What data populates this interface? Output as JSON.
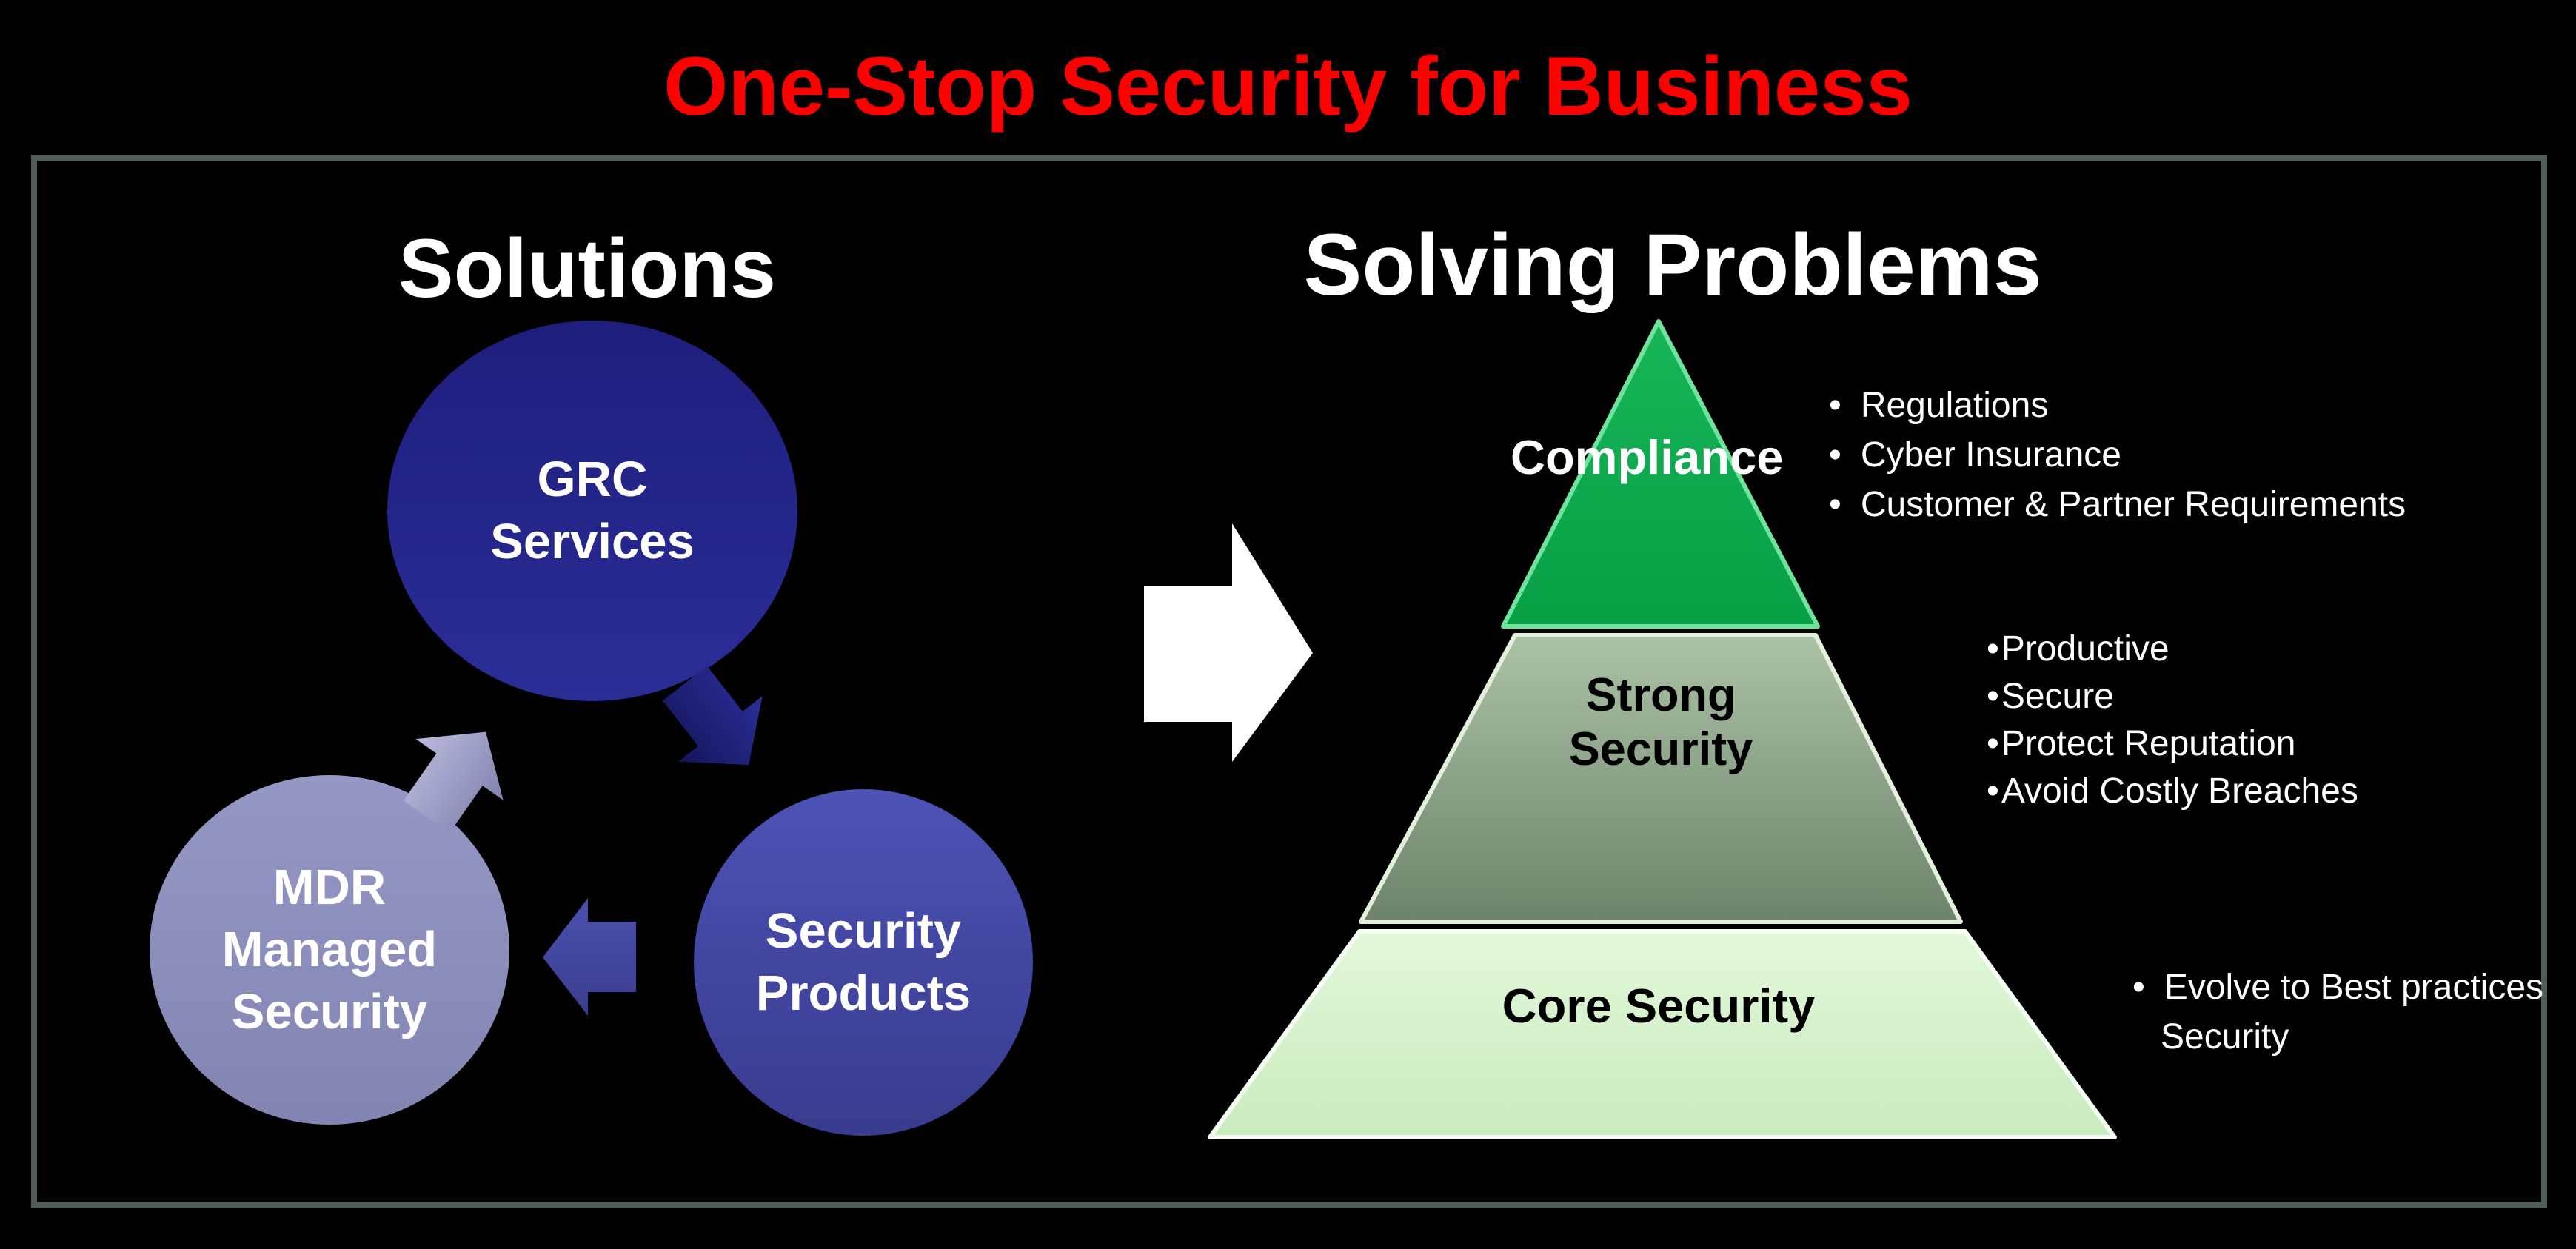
{
  "title": {
    "text": "One-Stop Security for Business",
    "color": "#FF0000"
  },
  "panel": {
    "border_color": "#4E5C5A",
    "background": "#000000"
  },
  "solutions": {
    "heading": "Solutions",
    "circles": [
      {
        "name": "grc-services",
        "lines": [
          "GRC",
          "Services"
        ],
        "fill_top": "#1E1E7E",
        "fill_bottom": "#2B2D97",
        "text_color": "#FFFFFF"
      },
      {
        "name": "security-products",
        "lines": [
          "Security",
          "Products"
        ],
        "fill_top": "#4D52B5",
        "fill_bottom": "#383B8E",
        "text_color": "#FFFFFF"
      },
      {
        "name": "mdr-managed-security",
        "lines": [
          "MDR",
          "Managed",
          "Security"
        ],
        "fill_top": "#9597C5",
        "fill_bottom": "#8284B2",
        "text_color": "#FFFFFF"
      }
    ],
    "cycle_arrows": {
      "grc_to_products": {
        "color_top": "#2B2E97",
        "color_bottom": "#14155C"
      },
      "products_to_mdr": {
        "color_top": "#4B50AF",
        "color_bottom": "#3A3D8E"
      },
      "mdr_to_grc": {
        "color_top": "#B9BADB",
        "color_bottom": "#8183B1"
      }
    }
  },
  "transition_arrow": {
    "color": "#FFFFFF"
  },
  "solving": {
    "heading": "Solving Problems",
    "levels": [
      {
        "name": "compliance",
        "label": "Compliance",
        "label_color": "#FFFFFF",
        "fill_top": "#17B558",
        "fill_bottom": "#079F46",
        "bevel": "#6EE39C",
        "marker": "•",
        "bullets": [
          "Regulations",
          "Cyber Insurance",
          "Customer & Partner Requirements"
        ]
      },
      {
        "name": "strong-security",
        "label_lines": [
          "Strong",
          "Security"
        ],
        "label_color": "#000000",
        "fill_top": "#ABC2A7",
        "fill_bottom": "#6D836A",
        "bevel": "#E2F0DC",
        "marker": "•",
        "bullets": [
          "Productive",
          "Secure",
          "Protect Reputation",
          "Avoid Costly Breaches"
        ]
      },
      {
        "name": "core-security",
        "label": "Core Security",
        "label_color": "#000000",
        "fill_top": "#E3F7DA",
        "fill_bottom": "#C9EBBD",
        "bevel": "#F6FFF3",
        "marker": "•",
        "bullets": [
          "Evolve to Best practices Security"
        ]
      }
    ]
  }
}
